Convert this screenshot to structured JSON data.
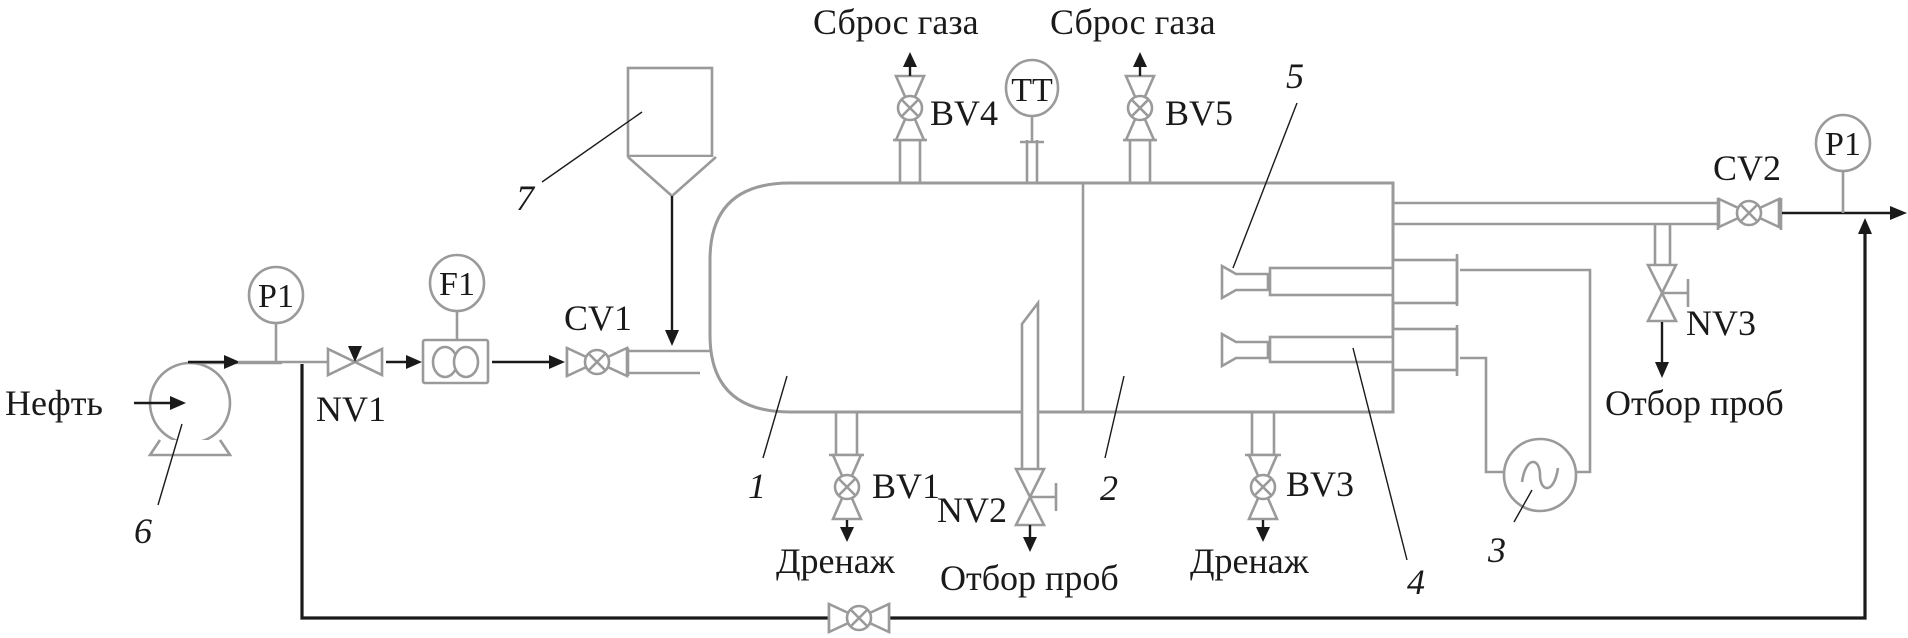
{
  "diagram": {
    "feed_label": "Нефть",
    "gas_vent_labels": [
      "Сброс газа",
      "Сброс газа"
    ],
    "drain_labels": [
      "Дренаж",
      "Дренаж"
    ],
    "sampling_labels": [
      "Отбор проб",
      "Отбор проб"
    ],
    "instruments": {
      "p1_inlet": "P1",
      "f1": "F1",
      "tt": "TT",
      "p1_outlet": "P1"
    },
    "valves": {
      "nv1": "NV1",
      "cv1": "CV1",
      "bv4": "BV4",
      "bv5": "BV5",
      "bv1": "BV1",
      "nv2": "NV2",
      "bv3": "BV3",
      "cv2": "CV2",
      "nv3": "NV3"
    },
    "callouts": [
      "1",
      "2",
      "3",
      "4",
      "5",
      "6",
      "7"
    ],
    "colors": {
      "equipment_stroke": "#9a9a9a",
      "flow_line": "#1a1a1a",
      "background": "#ffffff"
    }
  }
}
